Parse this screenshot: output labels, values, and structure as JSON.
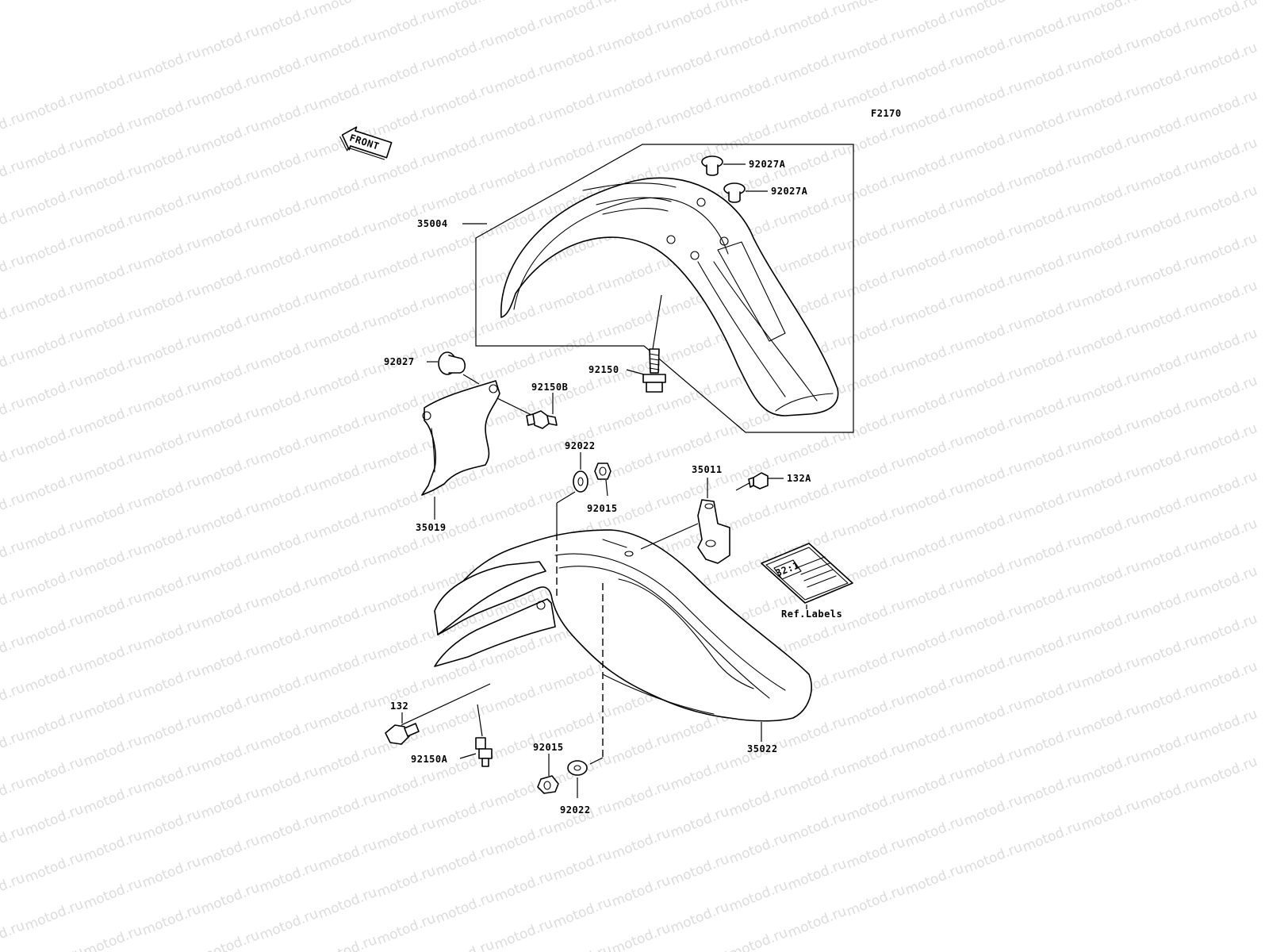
{
  "watermark": "motod.ru",
  "figure_code": "F2170",
  "front_label": "FRONT",
  "label_plate_text": "32:1",
  "callouts": {
    "c92027A_1": "92027A",
    "c92027A_2": "92027A",
    "c35004": "35004",
    "c92027": "92027",
    "c92150": "92150",
    "c92150B": "92150B",
    "c92022_top": "92022",
    "c92015_top": "92015",
    "c35019": "35019",
    "c35011": "35011",
    "c132A": "132A",
    "ref_labels": "Ref.Labels",
    "c132": "132",
    "c92150A": "92150A",
    "c92015_bot": "92015",
    "c92022_bot": "92022",
    "c35022": "35022"
  },
  "colors": {
    "line": "#000000",
    "watermark": "#dcdcdc",
    "background": "#ffffff"
  }
}
